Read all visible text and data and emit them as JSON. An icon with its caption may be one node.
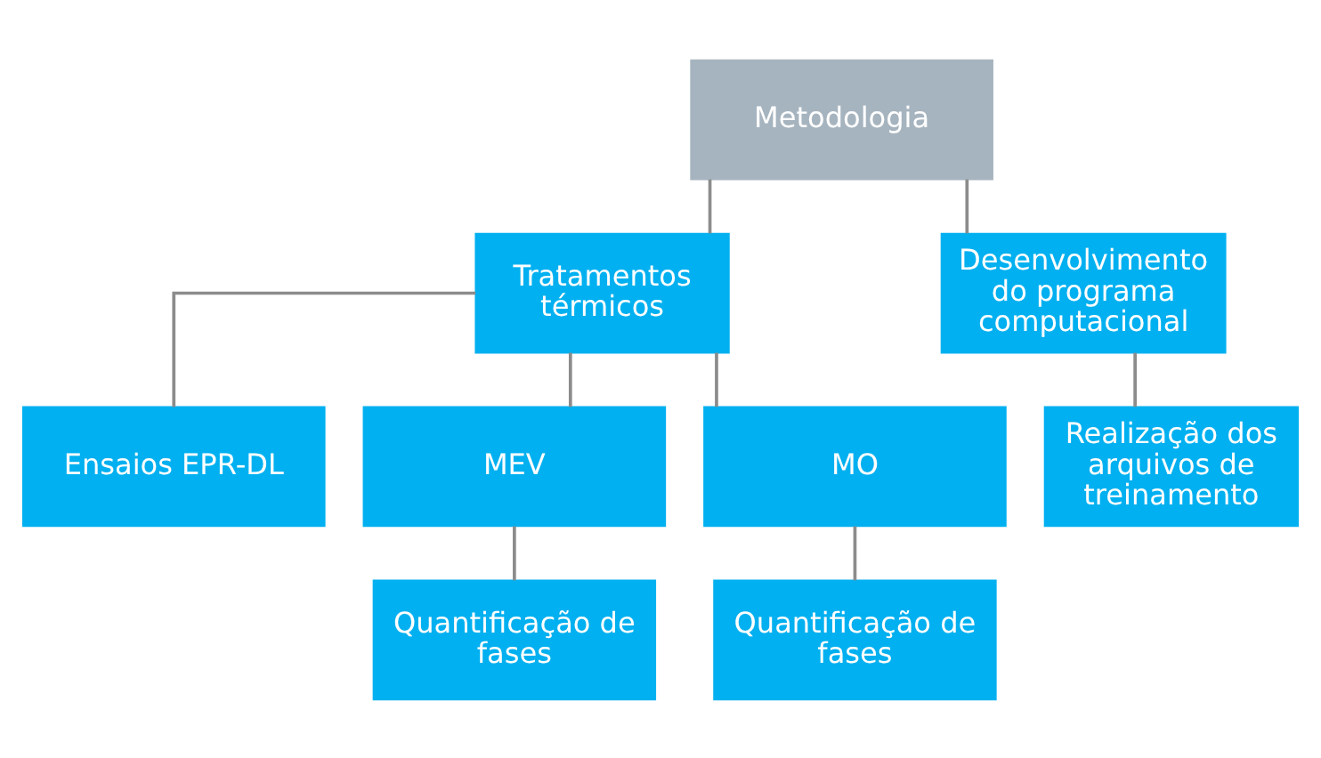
{
  "diagram": {
    "nodes": [
      {
        "text": [
          "Metodologia"
        ]
      },
      {
        "text": [
          "Tratamentos térmicos"
        ]
      },
      {
        "text": [
          "Desenvolvimento do programa computacional"
        ]
      },
      {
        "text": [
          "Ensaios EPR-DL"
        ]
      },
      {
        "text": [
          "MEV"
        ]
      },
      {
        "text": [
          "MO"
        ]
      },
      {
        "text": [
          "Quantificação de fases"
        ]
      },
      {
        "text": [
          "Quantificação de fases"
        ]
      },
      {
        "text": [
          "Realização dos arquivos de treinamento"
        ]
      }
    ],
    "edges": [
      {
        "from": 0,
        "to": 1,
        "arrow": "none"
      },
      {
        "from": 0,
        "to": 2,
        "arrow": "none"
      },
      {
        "from": 1,
        "to": 3,
        "arrow": "none"
      },
      {
        "from": 1,
        "to": 4,
        "arrow": "none"
      },
      {
        "from": 1,
        "to": 5,
        "arrow": "none"
      },
      {
        "from": 4,
        "to": 6,
        "arrow": "none"
      },
      {
        "from": 5,
        "to": 7,
        "arrow": "none"
      },
      {
        "from": 2,
        "to": 8,
        "arrow": "none"
      }
    ]
  }
}
